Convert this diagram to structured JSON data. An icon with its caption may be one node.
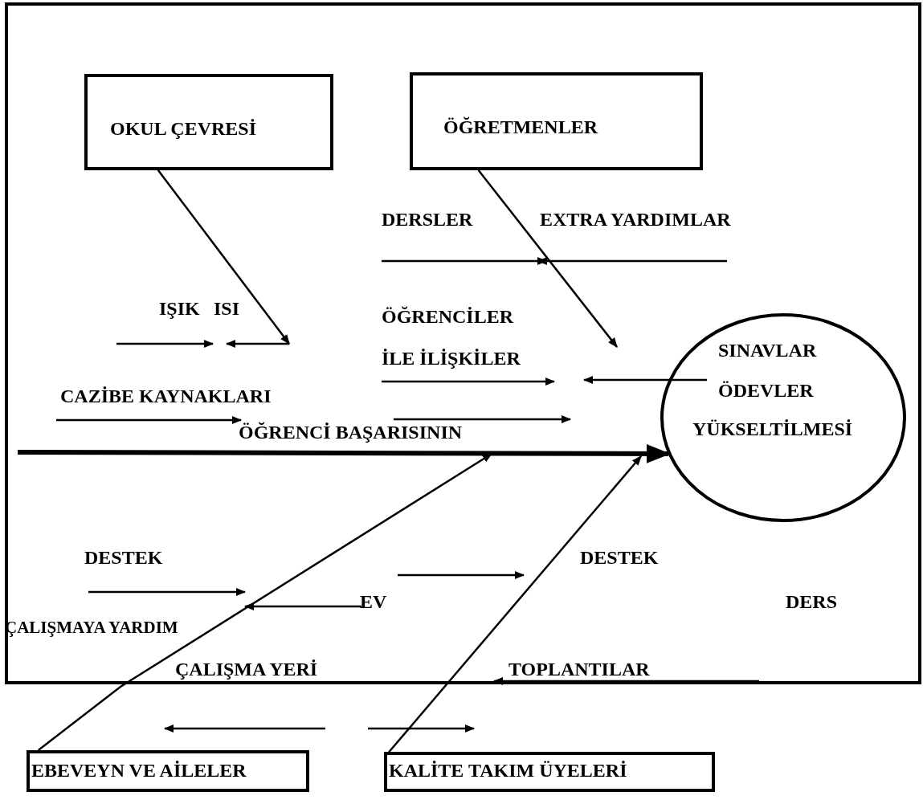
{
  "diagram": {
    "nodes": [
      {
        "text": [
          "OKUL ÇEVRESİ"
        ]
      },
      {
        "text": [
          "ÖĞRETMENLER"
        ]
      },
      {
        "text": [
          "SINAVLAR",
          "ÖDEVLER",
          "YÜKSELTİLMESİ"
        ]
      },
      {
        "text": [
          "EBEVEYN VE AİLELER"
        ]
      },
      {
        "text": [
          "KALİTE TAKIM ÜYELERİ"
        ]
      }
    ],
    "edges": [
      {
        "from": 0,
        "to": null,
        "arrow": "to"
      },
      {
        "from": 1,
        "to": null,
        "arrow": "to"
      },
      {
        "from": null,
        "to": 2,
        "arrow": "to",
        "style": "thick"
      },
      {
        "from": 3,
        "to": null,
        "arrow": "to"
      },
      {
        "from": 4,
        "to": null,
        "arrow": "to"
      }
    ],
    "labels": [
      "DERSLER",
      "EXTRA YARDIMLAR",
      "IŞIK",
      "ISI",
      "ÖĞRENCİLER İLE İLİŞKİLER",
      "CAZİBE KAYNAKLARI",
      "ÖĞRENCİ BAŞARISININ",
      "DESTEK",
      "DESTEK",
      "EV",
      "DERS",
      "ÇALIŞMAYA YARDIM",
      "ÇALIŞMA YERİ",
      "TOPLANTILAR"
    ]
  }
}
